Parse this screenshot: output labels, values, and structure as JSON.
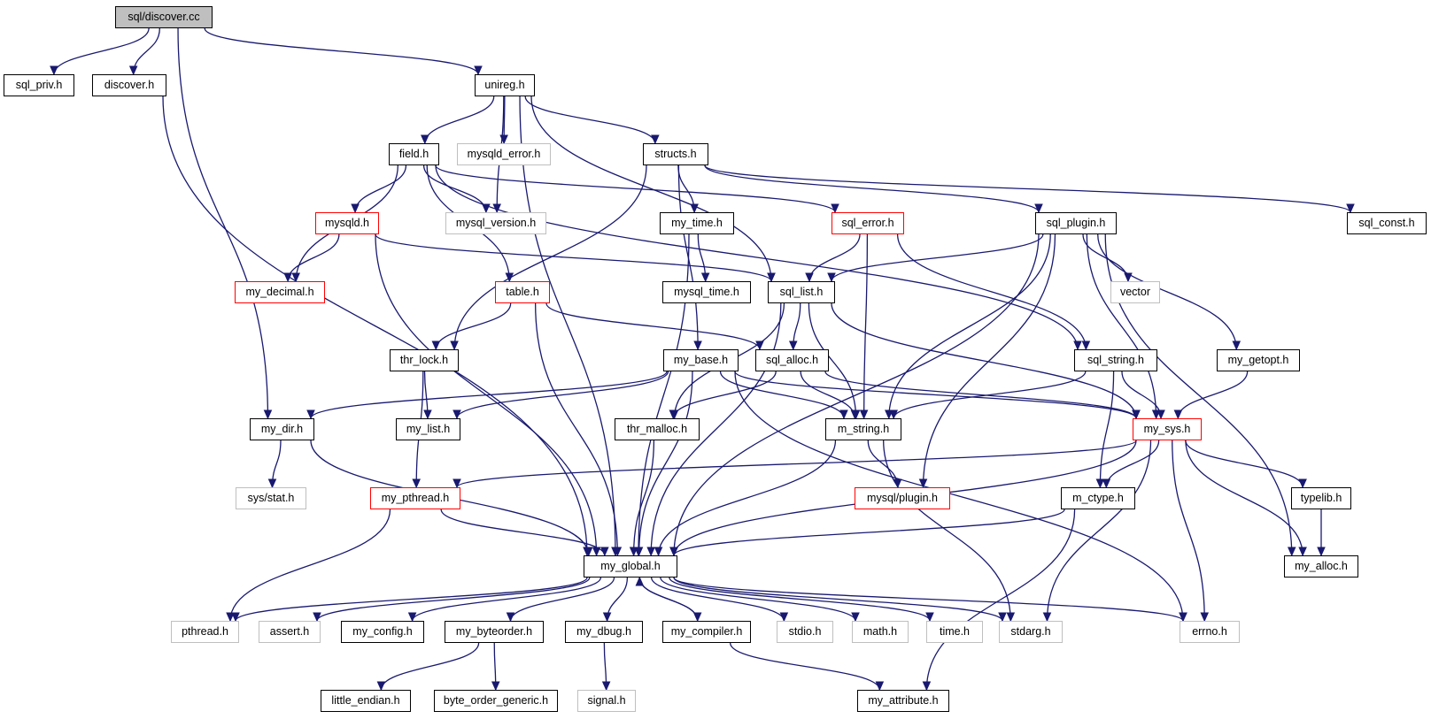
{
  "nodes": [
    {
      "id": "discover_cc",
      "label": "sql/discover.cc",
      "kind": "root"
    },
    {
      "id": "sql_priv",
      "label": "sql_priv.h",
      "kind": "normal"
    },
    {
      "id": "discover_h",
      "label": "discover.h",
      "kind": "normal"
    },
    {
      "id": "unireg",
      "label": "unireg.h",
      "kind": "normal"
    },
    {
      "id": "field",
      "label": "field.h",
      "kind": "normal"
    },
    {
      "id": "mysqld_error",
      "label": "mysqld_error.h",
      "kind": "gray"
    },
    {
      "id": "structs",
      "label": "structs.h",
      "kind": "normal"
    },
    {
      "id": "mysqld",
      "label": "mysqld.h",
      "kind": "red"
    },
    {
      "id": "mysql_version",
      "label": "mysql_version.h",
      "kind": "gray"
    },
    {
      "id": "my_time",
      "label": "my_time.h",
      "kind": "normal"
    },
    {
      "id": "sql_error",
      "label": "sql_error.h",
      "kind": "red"
    },
    {
      "id": "sql_plugin",
      "label": "sql_plugin.h",
      "kind": "normal"
    },
    {
      "id": "sql_const",
      "label": "sql_const.h",
      "kind": "normal"
    },
    {
      "id": "my_decimal",
      "label": "my_decimal.h",
      "kind": "red"
    },
    {
      "id": "table",
      "label": "table.h",
      "kind": "red"
    },
    {
      "id": "mysql_time",
      "label": "mysql_time.h",
      "kind": "normal"
    },
    {
      "id": "sql_list",
      "label": "sql_list.h",
      "kind": "normal"
    },
    {
      "id": "vector",
      "label": "vector",
      "kind": "gray"
    },
    {
      "id": "thr_lock",
      "label": "thr_lock.h",
      "kind": "normal"
    },
    {
      "id": "my_base",
      "label": "my_base.h",
      "kind": "normal"
    },
    {
      "id": "sql_alloc",
      "label": "sql_alloc.h",
      "kind": "normal"
    },
    {
      "id": "sql_string",
      "label": "sql_string.h",
      "kind": "normal"
    },
    {
      "id": "my_getopt",
      "label": "my_getopt.h",
      "kind": "normal"
    },
    {
      "id": "my_dir",
      "label": "my_dir.h",
      "kind": "normal"
    },
    {
      "id": "my_list",
      "label": "my_list.h",
      "kind": "normal"
    },
    {
      "id": "thr_malloc",
      "label": "thr_malloc.h",
      "kind": "normal"
    },
    {
      "id": "m_string",
      "label": "m_string.h",
      "kind": "normal"
    },
    {
      "id": "my_sys",
      "label": "my_sys.h",
      "kind": "red"
    },
    {
      "id": "sys_stat",
      "label": "sys/stat.h",
      "kind": "gray"
    },
    {
      "id": "my_pthread",
      "label": "my_pthread.h",
      "kind": "red"
    },
    {
      "id": "mysql_plugin",
      "label": "mysql/plugin.h",
      "kind": "red"
    },
    {
      "id": "m_ctype",
      "label": "m_ctype.h",
      "kind": "normal"
    },
    {
      "id": "typelib",
      "label": "typelib.h",
      "kind": "normal"
    },
    {
      "id": "my_global",
      "label": "my_global.h",
      "kind": "normal"
    },
    {
      "id": "my_alloc",
      "label": "my_alloc.h",
      "kind": "normal"
    },
    {
      "id": "pthread",
      "label": "pthread.h",
      "kind": "gray"
    },
    {
      "id": "assert",
      "label": "assert.h",
      "kind": "gray"
    },
    {
      "id": "my_config",
      "label": "my_config.h",
      "kind": "normal"
    },
    {
      "id": "my_byteorder",
      "label": "my_byteorder.h",
      "kind": "normal"
    },
    {
      "id": "my_dbug",
      "label": "my_dbug.h",
      "kind": "normal"
    },
    {
      "id": "my_compiler",
      "label": "my_compiler.h",
      "kind": "normal"
    },
    {
      "id": "stdio",
      "label": "stdio.h",
      "kind": "gray"
    },
    {
      "id": "math",
      "label": "math.h",
      "kind": "gray"
    },
    {
      "id": "time",
      "label": "time.h",
      "kind": "gray"
    },
    {
      "id": "stdarg",
      "label": "stdarg.h",
      "kind": "gray"
    },
    {
      "id": "errno",
      "label": "errno.h",
      "kind": "gray"
    },
    {
      "id": "little_endian",
      "label": "little_endian.h",
      "kind": "normal"
    },
    {
      "id": "byte_order_generic",
      "label": "byte_order_generic.h",
      "kind": "normal"
    },
    {
      "id": "signal",
      "label": "signal.h",
      "kind": "gray"
    },
    {
      "id": "my_attribute",
      "label": "my_attribute.h",
      "kind": "normal"
    }
  ],
  "edges": [
    [
      "discover_cc",
      "sql_priv"
    ],
    [
      "discover_cc",
      "discover_h"
    ],
    [
      "discover_cc",
      "my_dir"
    ],
    [
      "discover_cc",
      "unireg"
    ],
    [
      "discover_h",
      "my_global"
    ],
    [
      "unireg",
      "field"
    ],
    [
      "unireg",
      "mysqld_error"
    ],
    [
      "unireg",
      "structs"
    ],
    [
      "unireg",
      "mysql_version"
    ],
    [
      "unireg",
      "sql_list"
    ],
    [
      "unireg",
      "my_global"
    ],
    [
      "field",
      "mysqld"
    ],
    [
      "field",
      "mysql_version"
    ],
    [
      "field",
      "my_decimal"
    ],
    [
      "field",
      "table"
    ],
    [
      "field",
      "sql_error"
    ],
    [
      "field",
      "sql_string"
    ],
    [
      "structs",
      "my_time"
    ],
    [
      "structs",
      "sql_plugin"
    ],
    [
      "structs",
      "sql_const"
    ],
    [
      "structs",
      "thr_lock"
    ],
    [
      "structs",
      "my_base"
    ],
    [
      "mysqld",
      "my_decimal"
    ],
    [
      "mysqld",
      "sql_list"
    ],
    [
      "mysqld",
      "my_global"
    ],
    [
      "my_time",
      "mysql_time"
    ],
    [
      "my_time",
      "my_global"
    ],
    [
      "sql_error",
      "sql_list"
    ],
    [
      "sql_error",
      "m_string"
    ],
    [
      "sql_error",
      "sql_string"
    ],
    [
      "sql_plugin",
      "sql_list"
    ],
    [
      "sql_plugin",
      "vector"
    ],
    [
      "sql_plugin",
      "my_getopt"
    ],
    [
      "sql_plugin",
      "m_string"
    ],
    [
      "sql_plugin",
      "mysql_plugin"
    ],
    [
      "sql_plugin",
      "my_global"
    ],
    [
      "sql_plugin",
      "my_sys"
    ],
    [
      "sql_plugin",
      "my_alloc"
    ],
    [
      "table",
      "thr_lock"
    ],
    [
      "table",
      "sql_alloc"
    ],
    [
      "table",
      "my_global"
    ],
    [
      "sql_list",
      "sql_alloc"
    ],
    [
      "sql_list",
      "thr_malloc"
    ],
    [
      "sql_list",
      "m_string"
    ],
    [
      "sql_list",
      "my_sys"
    ],
    [
      "sql_list",
      "my_global"
    ],
    [
      "thr_lock",
      "my_list"
    ],
    [
      "thr_lock",
      "my_pthread"
    ],
    [
      "my_base",
      "my_dir"
    ],
    [
      "my_base",
      "my_list"
    ],
    [
      "my_base",
      "m_string"
    ],
    [
      "my_base",
      "my_sys"
    ],
    [
      "my_base",
      "errno"
    ],
    [
      "my_base",
      "my_global"
    ],
    [
      "sql_alloc",
      "thr_malloc"
    ],
    [
      "sql_alloc",
      "m_string"
    ],
    [
      "sql_alloc",
      "my_sys"
    ],
    [
      "sql_string",
      "m_string"
    ],
    [
      "sql_string",
      "my_sys"
    ],
    [
      "sql_string",
      "m_ctype"
    ],
    [
      "my_getopt",
      "my_sys"
    ],
    [
      "my_dir",
      "sys_stat"
    ],
    [
      "my_dir",
      "my_global"
    ],
    [
      "thr_malloc",
      "my_global"
    ],
    [
      "m_string",
      "mysql_plugin"
    ],
    [
      "m_string",
      "my_global"
    ],
    [
      "m_string",
      "stdarg"
    ],
    [
      "my_sys",
      "my_pthread"
    ],
    [
      "my_sys",
      "m_ctype"
    ],
    [
      "my_sys",
      "typelib"
    ],
    [
      "my_sys",
      "my_alloc"
    ],
    [
      "my_sys",
      "my_global"
    ],
    [
      "my_sys",
      "stdarg"
    ],
    [
      "my_sys",
      "errno"
    ],
    [
      "my_pthread",
      "my_global"
    ],
    [
      "my_pthread",
      "pthread"
    ],
    [
      "m_ctype",
      "my_global"
    ],
    [
      "m_ctype",
      "my_attribute"
    ],
    [
      "typelib",
      "my_alloc"
    ],
    [
      "my_global",
      "pthread"
    ],
    [
      "my_global",
      "assert"
    ],
    [
      "my_global",
      "my_config"
    ],
    [
      "my_global",
      "my_byteorder"
    ],
    [
      "my_global",
      "my_dbug"
    ],
    [
      "my_global",
      "my_compiler"
    ],
    [
      "my_global",
      "stdio"
    ],
    [
      "my_global",
      "math"
    ],
    [
      "my_global",
      "time"
    ],
    [
      "my_global",
      "stdarg"
    ],
    [
      "my_global",
      "errno"
    ],
    [
      "my_compiler",
      "my_global"
    ],
    [
      "my_compiler",
      "my_attribute"
    ],
    [
      "my_byteorder",
      "little_endian"
    ],
    [
      "my_byteorder",
      "byte_order_generic"
    ],
    [
      "my_dbug",
      "signal"
    ]
  ]
}
